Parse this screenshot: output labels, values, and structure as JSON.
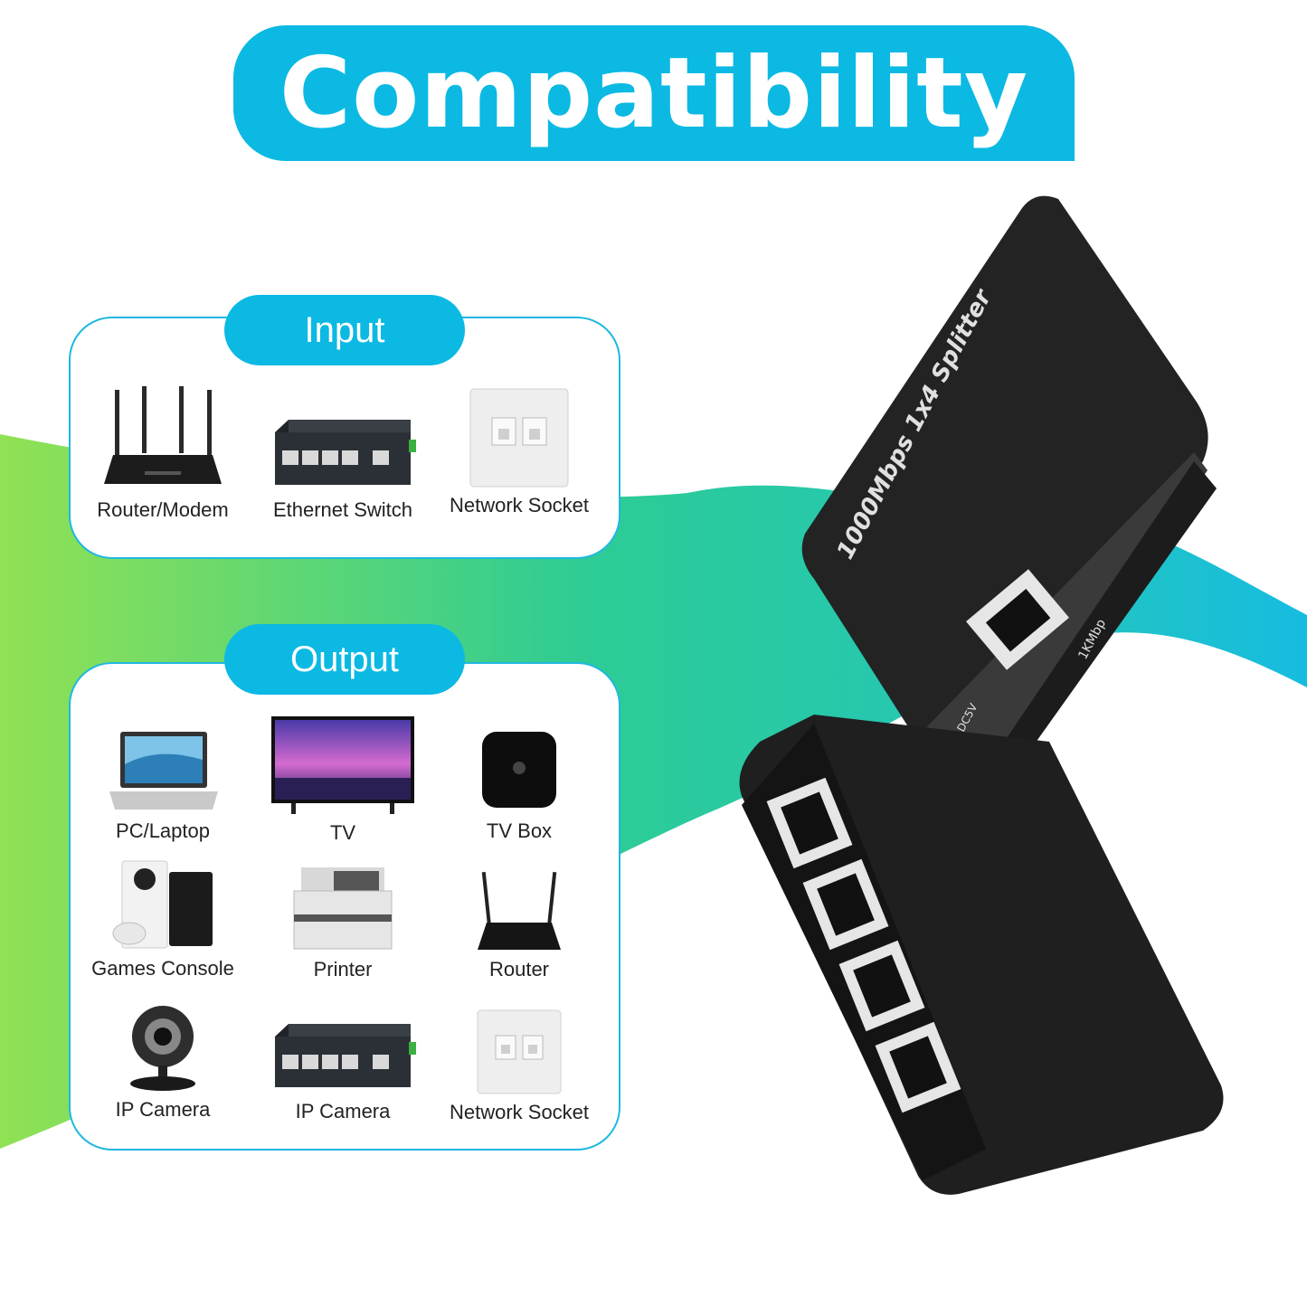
{
  "title": "Compatibility",
  "colors": {
    "accent": "#0bb9e3",
    "border": "#20b8e0",
    "device_body": "#1a1a1a",
    "wave_green": "#8be04a",
    "wave_teal": "#18c8b0"
  },
  "input": {
    "heading": "Input",
    "devices": [
      {
        "label": "Router/Modem",
        "icon": "router-icon"
      },
      {
        "label": "Ethernet Switch",
        "icon": "switch-icon"
      },
      {
        "label": "Network Socket",
        "icon": "socket-icon"
      }
    ]
  },
  "output": {
    "heading": "Output",
    "devices": [
      {
        "label": "PC/Laptop",
        "icon": "laptop-icon"
      },
      {
        "label": "TV",
        "icon": "tv-icon"
      },
      {
        "label": "TV Box",
        "icon": "tvbox-icon"
      },
      {
        "label": "Games Console",
        "icon": "console-icon"
      },
      {
        "label": "Printer",
        "icon": "printer-icon"
      },
      {
        "label": "Router",
        "icon": "router-icon"
      },
      {
        "label": "IP Camera",
        "icon": "webcam-icon"
      },
      {
        "label": "IP Camera",
        "icon": "switch-icon"
      },
      {
        "label": "Network Socket",
        "icon": "socket-icon"
      }
    ]
  },
  "product": {
    "model_text": "1000Mbps 1x4 Splitter",
    "port_label": "1KMbp",
    "power_label": "DC5V"
  }
}
